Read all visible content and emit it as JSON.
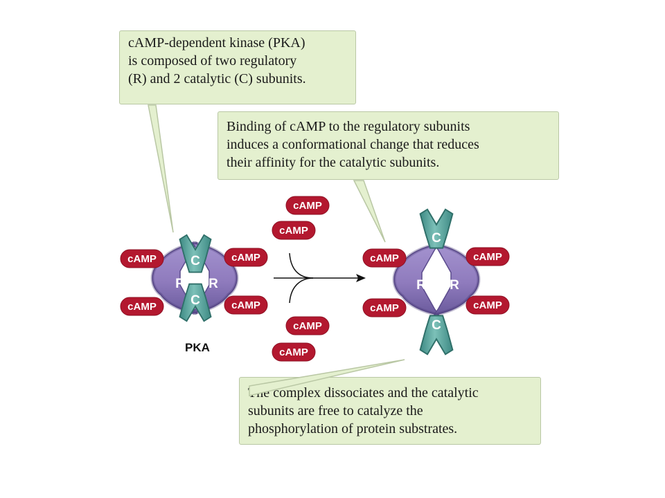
{
  "callouts": {
    "pka_composition": {
      "lines": [
        "cAMP-dependent kinase (PKA)",
        "is composed of two regulatory",
        "(R) and 2 catalytic (C) subunits."
      ]
    },
    "camp_binding": {
      "lines": [
        "Binding of cAMP to the regulatory subunits",
        "induces a conformational change that reduces",
        "their affinity for the catalytic subunits."
      ]
    },
    "dissociation": {
      "lines": [
        "The complex dissociates and the catalytic",
        "subunits are free to catalyze the",
        "phosphorylation of protein substrates."
      ]
    }
  },
  "labels": {
    "camp": "cAMP",
    "regulatory": "R",
    "catalytic": "C",
    "pka": "PKA"
  },
  "colors": {
    "callout_bg": "#e4f0cf",
    "regulatory": "#8f7bbd",
    "catalytic": "#5fa7a0",
    "camp": "#b3182f"
  }
}
